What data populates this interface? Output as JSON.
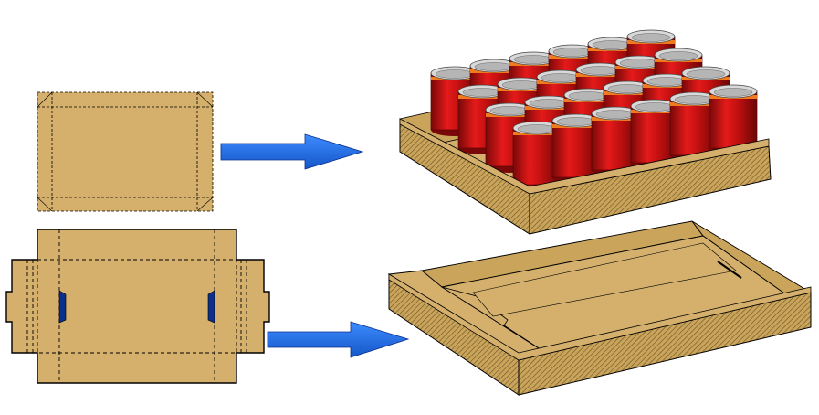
{
  "colors": {
    "background": "#ffffff",
    "cardboard": "#d4b06c",
    "cardboard_side": "#c9a45a",
    "cardboard_dark": "#b8914a",
    "outline": "#000000",
    "arrow_blue": "#1e6fe0",
    "arrow_dark": "#0b2f8a",
    "can_red": "#d81414",
    "can_dark": "#8a0a0a",
    "can_top": "#d9d9d9"
  },
  "diagram": {
    "steps": [
      {
        "blank": "simple-tray-blank",
        "result": "tray-with-cans"
      },
      {
        "blank": "tabbed-tray-blank",
        "result": "empty-folded-tray"
      }
    ],
    "cans": {
      "rows": 4,
      "columns": 6
    }
  },
  "icons": [
    "arrow-right-icon"
  ]
}
